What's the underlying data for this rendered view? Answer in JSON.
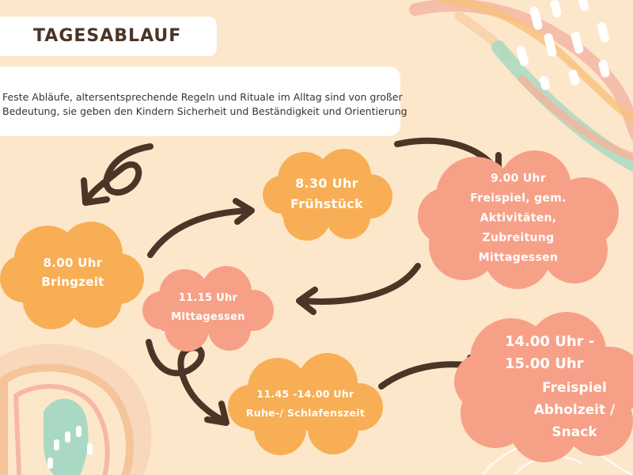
{
  "header": {
    "title": "TAGESABLAUF",
    "intro_line1": "Feste Abläufe, altersentsprechende Regeln und Rituale im Alltag sind von großer",
    "intro_line2": "Bedeutung, sie geben den Kindern Sicherheit und Beständigkeit und Orientierung"
  },
  "schedule": {
    "bringzeit": {
      "time": "8.00 Uhr",
      "label": "Bringzeit"
    },
    "fruehstueck": {
      "time": "8.30 Uhr",
      "label": "Frühstück"
    },
    "freispiel": {
      "time": "9.00 Uhr",
      "line1": "Freispiel, gem.",
      "line2": "Aktivitäten,",
      "line3": "Zubreitung",
      "line4": "Mittagessen"
    },
    "mittagessen": {
      "time": "11.15 Uhr",
      "label": "Mittagessen"
    },
    "ruhezeit": {
      "time": "11.45 -14.00 Uhr",
      "label": "Ruhe-/ Schlafenszeit"
    },
    "abholzeit": {
      "time_line1": "14.00 Uhr -",
      "time_line2": "15.00 Uhr",
      "line1": "Freispiel",
      "line2": "Abholzeit /",
      "line3": "Snack"
    }
  },
  "colors": {
    "background": "#fde7ca",
    "orange_cloud": "#f8ae55",
    "salmon_cloud": "#f7a088",
    "arrow": "#4b3526",
    "title_text": "#4a3426"
  }
}
